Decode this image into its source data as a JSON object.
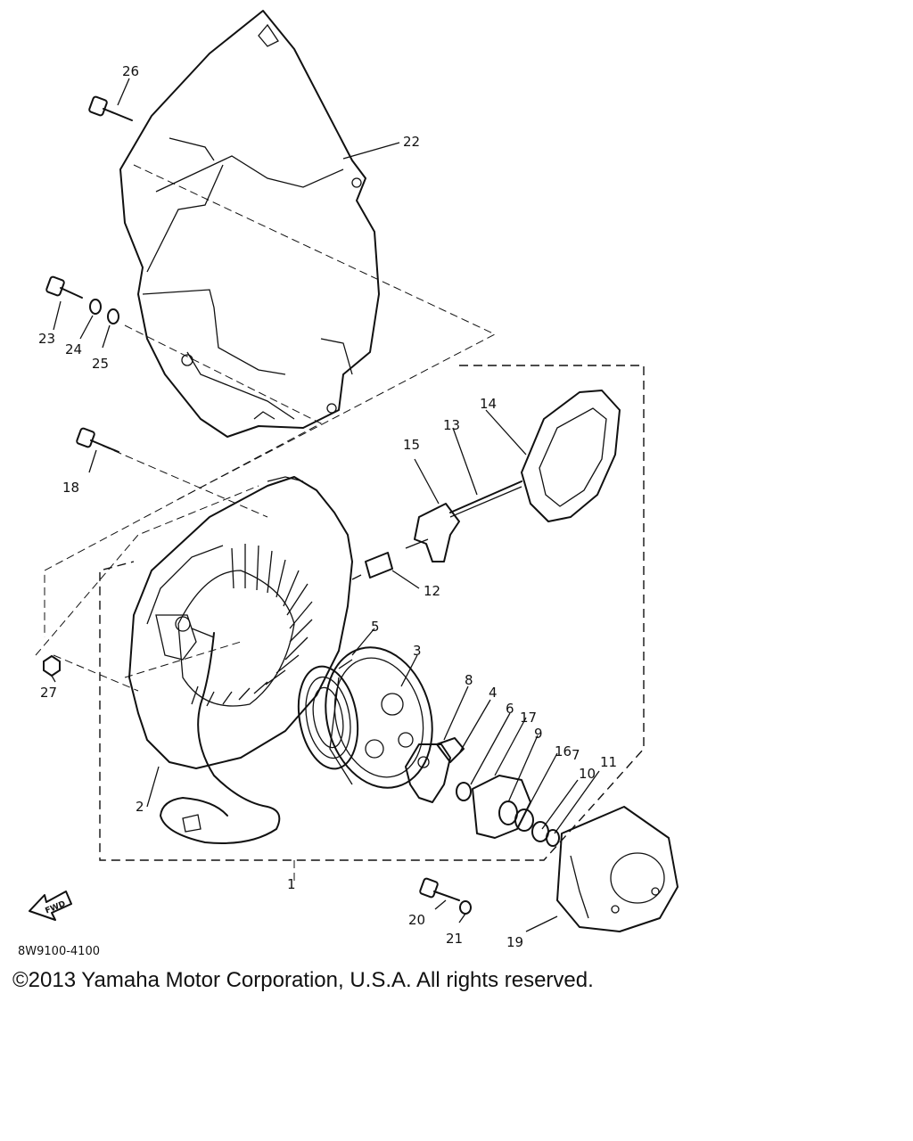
{
  "callouts": [
    "1",
    "2",
    "3",
    "4",
    "5",
    "6",
    "7",
    "8",
    "9",
    "10",
    "11",
    "12",
    "13",
    "14",
    "15",
    "16",
    "17",
    "18",
    "19",
    "20",
    "21",
    "22",
    "23",
    "24",
    "25",
    "26",
    "27"
  ],
  "fwd_label": "FWD",
  "diagram_code": "8W9100-4100",
  "copyright": "©2013 Yamaha Motor Corporation, U.S.A. All rights reserved."
}
